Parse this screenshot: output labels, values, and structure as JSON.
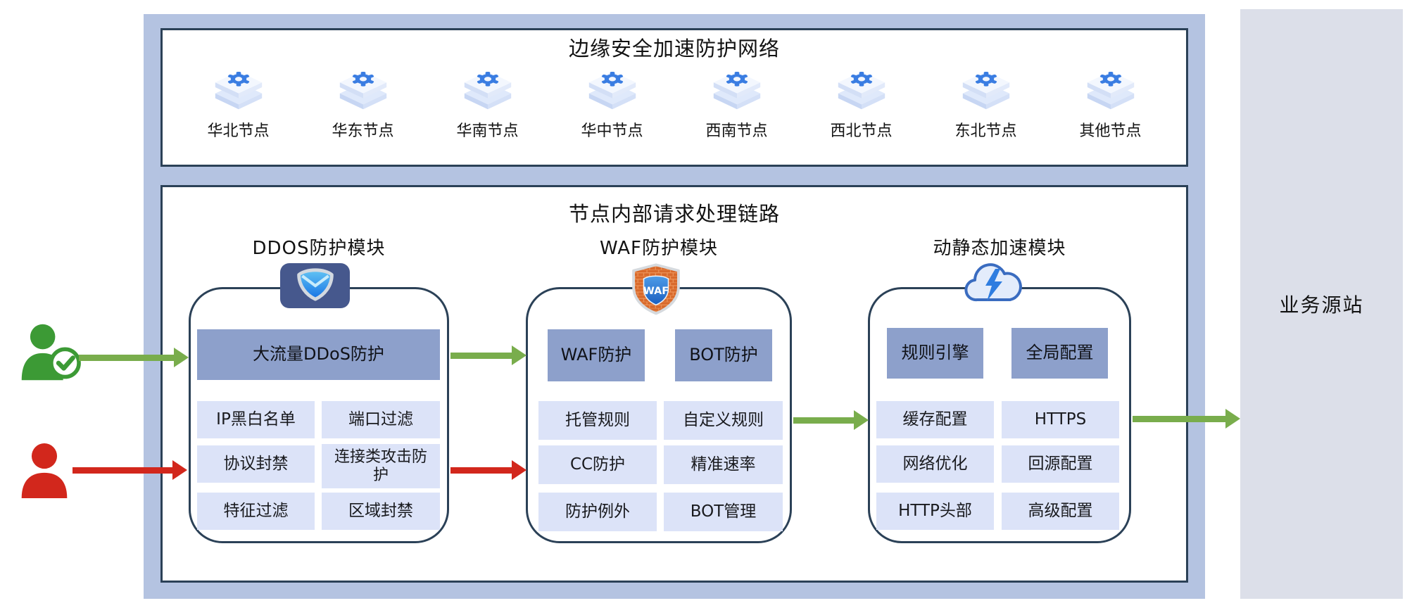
{
  "network_panel": {
    "title": "边缘安全加速防护网络",
    "nodes": [
      {
        "label": "华北节点"
      },
      {
        "label": "华东节点"
      },
      {
        "label": "华南节点"
      },
      {
        "label": "华中节点"
      },
      {
        "label": "西南节点"
      },
      {
        "label": "西北节点"
      },
      {
        "label": "东北节点"
      },
      {
        "label": "其他节点"
      }
    ]
  },
  "chain_panel": {
    "title": "节点内部请求处理链路",
    "modules": [
      {
        "title": "DDOS防护模块",
        "icon": "ddos-shield-icon",
        "primary": [
          "大流量DDoS防护"
        ],
        "items": [
          "IP黑白名单",
          "端口过滤",
          "协议封禁",
          "连接类攻击防护",
          "特征过滤",
          "区域封禁"
        ]
      },
      {
        "title": "WAF防护模块",
        "icon": "waf-shield-icon",
        "badge": "WAF",
        "primary": [
          "WAF防护",
          "BOT防护"
        ],
        "items": [
          "托管规则",
          "自定义规则",
          "CC防护",
          "精准速率",
          "防护例外",
          "BOT管理"
        ]
      },
      {
        "title": "动静态加速模块",
        "icon": "cloud-bolt-icon",
        "primary": [
          "规则引擎",
          "全局配置"
        ],
        "items": [
          "缓存配置",
          "HTTPS",
          "网络优化",
          "回源配置",
          "HTTP头部",
          "高级配置"
        ]
      }
    ]
  },
  "origin": {
    "label": "业务源站"
  },
  "actors": {
    "trusted_user": "green-user-with-check",
    "attacker": "red-user"
  },
  "colors": {
    "outer_container": "#b4c3e1",
    "panel_border": "#2b4157",
    "primary_cell": "#8da0cb",
    "light_cell": "#dce3f8",
    "origin_box": "#dcdfe9",
    "green_arrow": "#79ad4c",
    "red_arrow": "#d2271c",
    "green_user": "#3c9a35",
    "red_user": "#d2271c"
  }
}
